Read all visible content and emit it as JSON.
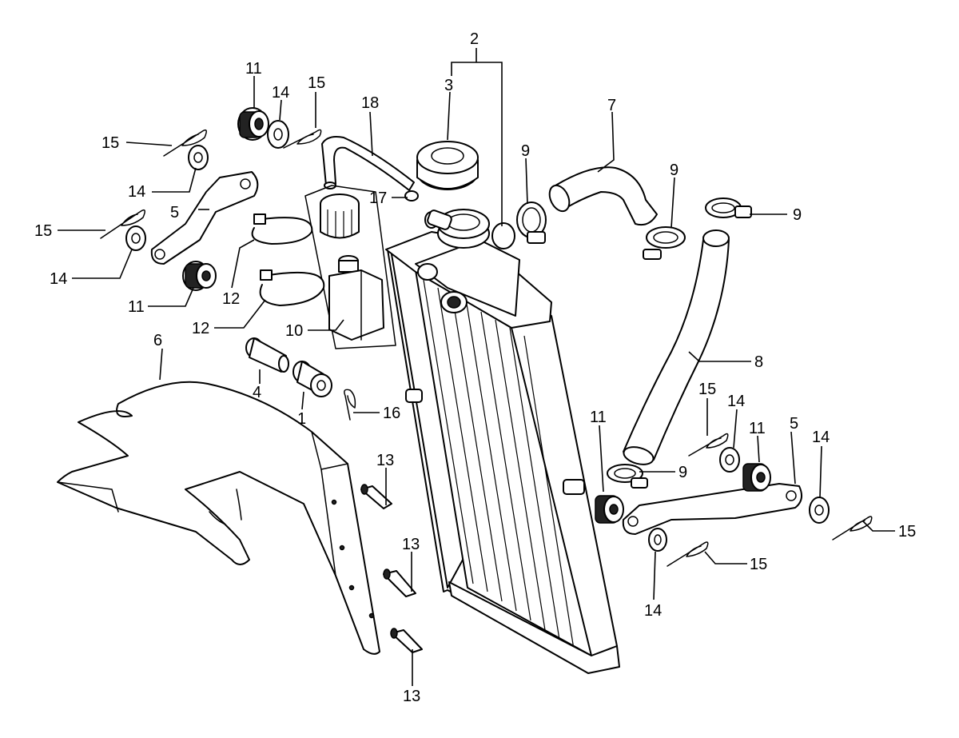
{
  "diagram": {
    "callouts": {
      "c1": "1",
      "c2": "2",
      "c3": "3",
      "c4": "4",
      "c5a": "5",
      "c5b": "5",
      "c6": "6",
      "c7": "7",
      "c8": "8",
      "c9a": "9",
      "c9b": "9",
      "c9c": "9",
      "c9d": "9",
      "c10": "10",
      "c11a": "11",
      "c11b": "11",
      "c11c": "11",
      "c11d": "11",
      "c12a": "12",
      "c12b": "12",
      "c13a": "13",
      "c13b": "13",
      "c13c": "13",
      "c14a": "14",
      "c14b": "14",
      "c14c": "14",
      "c14d": "14",
      "c14e": "14",
      "c14f": "14",
      "c15a": "15",
      "c15b": "15",
      "c15c": "15",
      "c15d": "15",
      "c15e": "15",
      "c15f": "15",
      "c16": "16",
      "c17": "17",
      "c18": "18"
    }
  }
}
